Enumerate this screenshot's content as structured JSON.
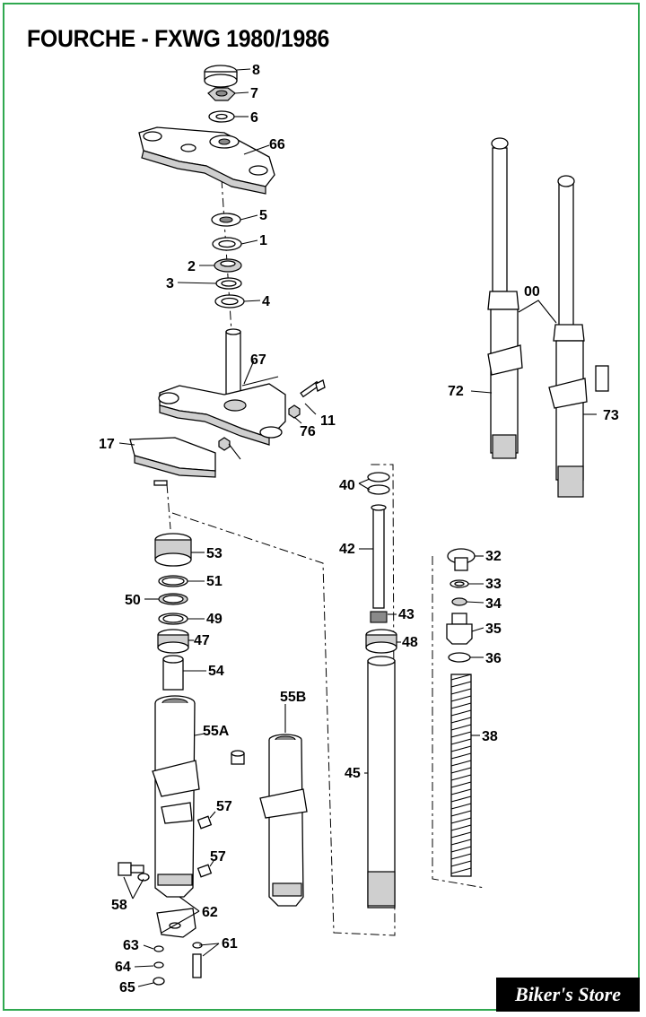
{
  "title": "FOURCHE - FXWG 1980/1986",
  "brand": "Biker's Store",
  "labels": {
    "p8": "8",
    "p7": "7",
    "p6": "6",
    "p66": "66",
    "p5": "5",
    "p1": "1",
    "p2": "2",
    "p3": "3",
    "p4": "4",
    "p67": "67",
    "p11": "11",
    "p76": "76",
    "p17": "17",
    "p00": "00",
    "p72": "72",
    "p73": "73",
    "p40": "40",
    "p42": "42",
    "p43": "43",
    "p48": "48",
    "p45": "45",
    "p32": "32",
    "p33": "33",
    "p34": "34",
    "p35": "35",
    "p36": "36",
    "p38": "38",
    "p53": "53",
    "p51": "51",
    "p50": "50",
    "p49": "49",
    "p47": "47",
    "p54": "54",
    "p55a": "55A",
    "p55b": "55B",
    "p57a": "57",
    "p57b": "57",
    "p58": "58",
    "p62": "62",
    "p61": "61",
    "p63": "63",
    "p64": "64",
    "p65": "65"
  }
}
